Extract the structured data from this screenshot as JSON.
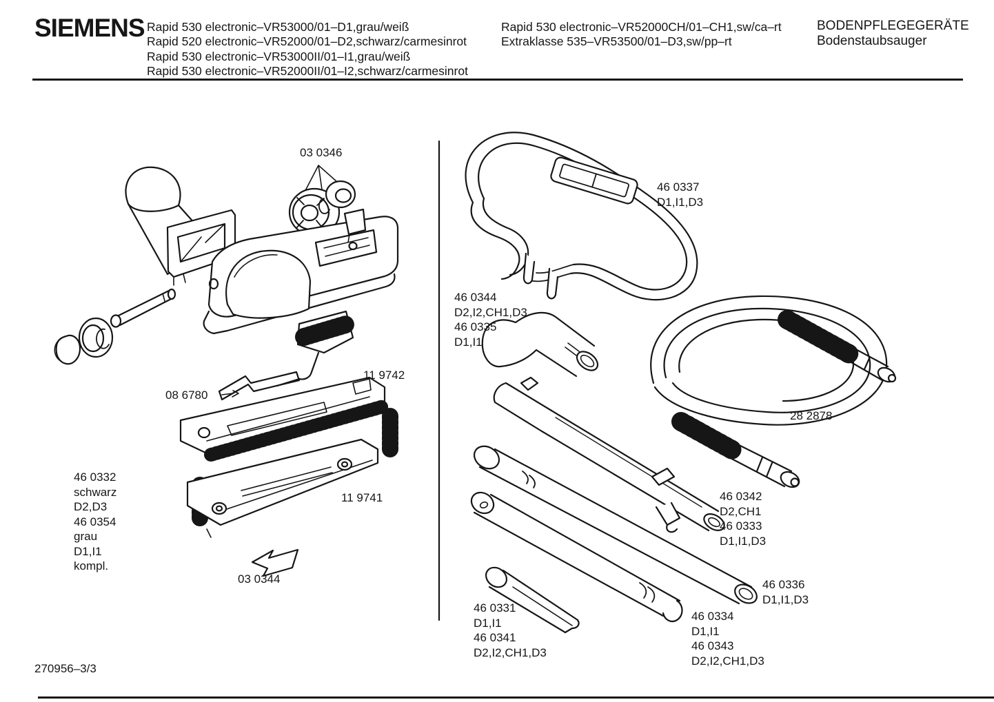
{
  "header": {
    "brand": "SIEMENS",
    "models_left": [
      "Rapid 530 electronic–VR53000/01–D1,grau/weiß",
      "Rapid 520 electronic–VR52000/01–D2,schwarz/carmesinrot",
      "Rapid 530 electronic–VR53000II/01–I1,grau/weiß",
      "Rapid 530 electronic–VR52000II/01–I2,schwarz/carmesinrot"
    ],
    "models_right": [
      "Rapid 530 electronic–VR52000CH/01–CH1,sw/ca–rt",
      "Extraklasse 535–VR53500/01–D3,sw/pp–rt"
    ],
    "category_title": "BODENPFLEGEGERÄTE",
    "category_subtitle": "Bodenstaubsauger"
  },
  "labels": {
    "wheels": {
      "lines": [
        "03 0346"
      ]
    },
    "strap": {
      "lines": [
        "46 0337",
        "D1,I1,D3"
      ]
    },
    "handle": {
      "lines": [
        "46 0344",
        "D2,I2,CH1,D3",
        "46 0335",
        "D1,I1"
      ]
    },
    "hose": {
      "lines": [
        "28 2878"
      ]
    },
    "brush_plate": {
      "lines": [
        "11 9742"
      ]
    },
    "pedal": {
      "lines": [
        "08 6780"
      ]
    },
    "sole_plate": {
      "lines": [
        "11 9741"
      ]
    },
    "brush_insert": {
      "lines": [
        "46 0332",
        "schwarz",
        "D2,D3",
        "46 0354",
        "grau",
        "D1,I1",
        "kompl."
      ]
    },
    "arrow": {
      "lines": [
        "03 0344"
      ]
    },
    "telescopic_tube": {
      "lines": [
        "46 0342",
        "D2,CH1",
        "46 0333",
        "D1,I1,D3"
      ]
    },
    "tube_336": {
      "lines": [
        "46 0336",
        "D1,I1,D3"
      ]
    },
    "crevice_nozzle": {
      "lines": [
        "46 0331",
        "D1,I1",
        "46 0341",
        "D2,I2,CH1,D3"
      ]
    },
    "tube_334": {
      "lines": [
        "46 0334",
        "D1,I1",
        "46 0343",
        "D2,I2,CH1,D3"
      ]
    }
  },
  "footer": {
    "doc_number": "270956–3/3"
  },
  "colors": {
    "ink": "#161616",
    "paper": "#ffffff"
  }
}
